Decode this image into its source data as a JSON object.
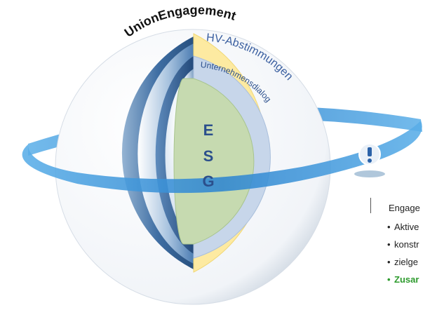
{
  "diagram": {
    "outer_label": "UnionEngagement",
    "ring_labels": [
      "HV-Abstimmungen",
      "Unternehmensdialog"
    ],
    "core_letters": [
      "E",
      "S",
      "G"
    ],
    "callout_icon": "exclamation-icon",
    "panel": {
      "heading": "Engage",
      "items": [
        {
          "text": "Aktive",
          "highlight": false
        },
        {
          "text": "konstr",
          "highlight": false
        },
        {
          "text": "zielge",
          "highlight": false
        },
        {
          "text": "Zusar",
          "highlight": true
        }
      ]
    },
    "colors": {
      "band": "#3f98dc",
      "sphere_dark": "#3a6ea6",
      "ring_yellow": "#fdeaa1",
      "ring_blue": "#c7d6ea",
      "core_green": "#c6dab0",
      "letters": "#2b4f8c",
      "highlight": "#2e9b2e"
    }
  }
}
